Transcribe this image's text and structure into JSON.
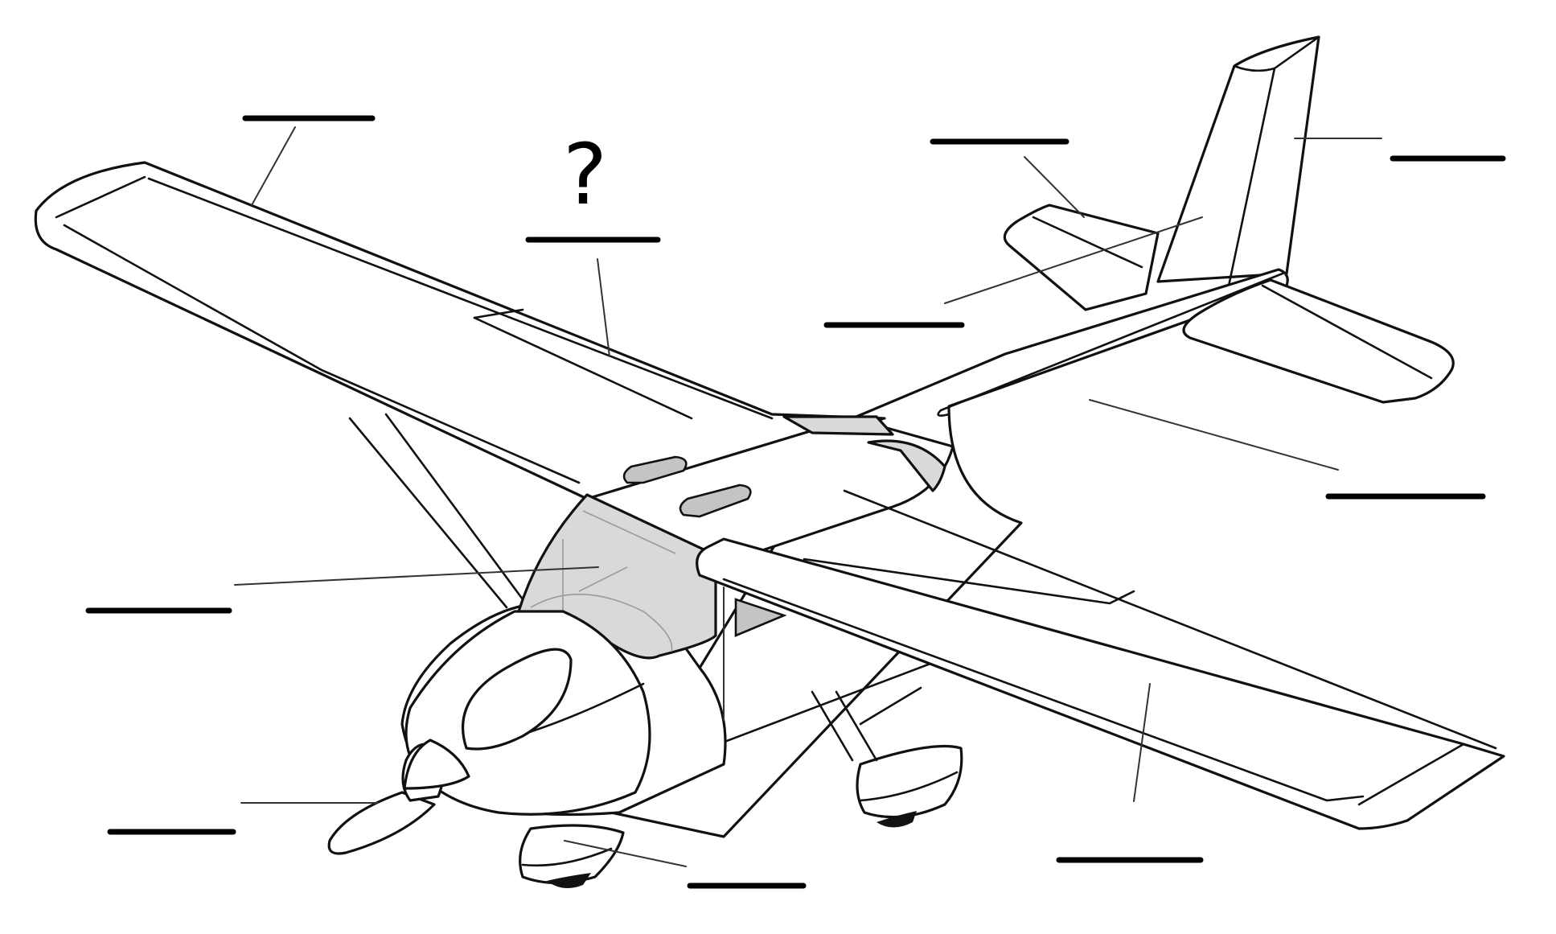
{
  "worksheet": {
    "subject": "airplane-parts-labeling",
    "question_mark": "?",
    "highlighted_blank_index": 1
  },
  "label_blanks": [
    {
      "id": 0,
      "target": "left-wing",
      "answer": ""
    },
    {
      "id": 1,
      "target": "aileron",
      "answer": "",
      "marked": "?"
    },
    {
      "id": 2,
      "target": "elevator",
      "answer": "",
      "note": "top-center-right"
    },
    {
      "id": 3,
      "target": "rudder",
      "answer": ""
    },
    {
      "id": 4,
      "target": "horizontal-stabilizer",
      "answer": ""
    },
    {
      "id": 5,
      "target": "vertical-stabilizer",
      "answer": ""
    },
    {
      "id": 6,
      "target": "fuselage",
      "answer": ""
    },
    {
      "id": 7,
      "target": "cockpit-windshield",
      "answer": ""
    },
    {
      "id": 8,
      "target": "propeller",
      "answer": ""
    },
    {
      "id": 9,
      "target": "landing-gear",
      "answer": ""
    },
    {
      "id": 10,
      "target": "flap",
      "answer": ""
    },
    {
      "id": 11,
      "target": "right-wing-tip",
      "answer": ""
    }
  ],
  "colors": {
    "outline": "#111111",
    "glass": "#d9d9d9",
    "window": "#c4c4c4",
    "background": "#ffffff"
  }
}
